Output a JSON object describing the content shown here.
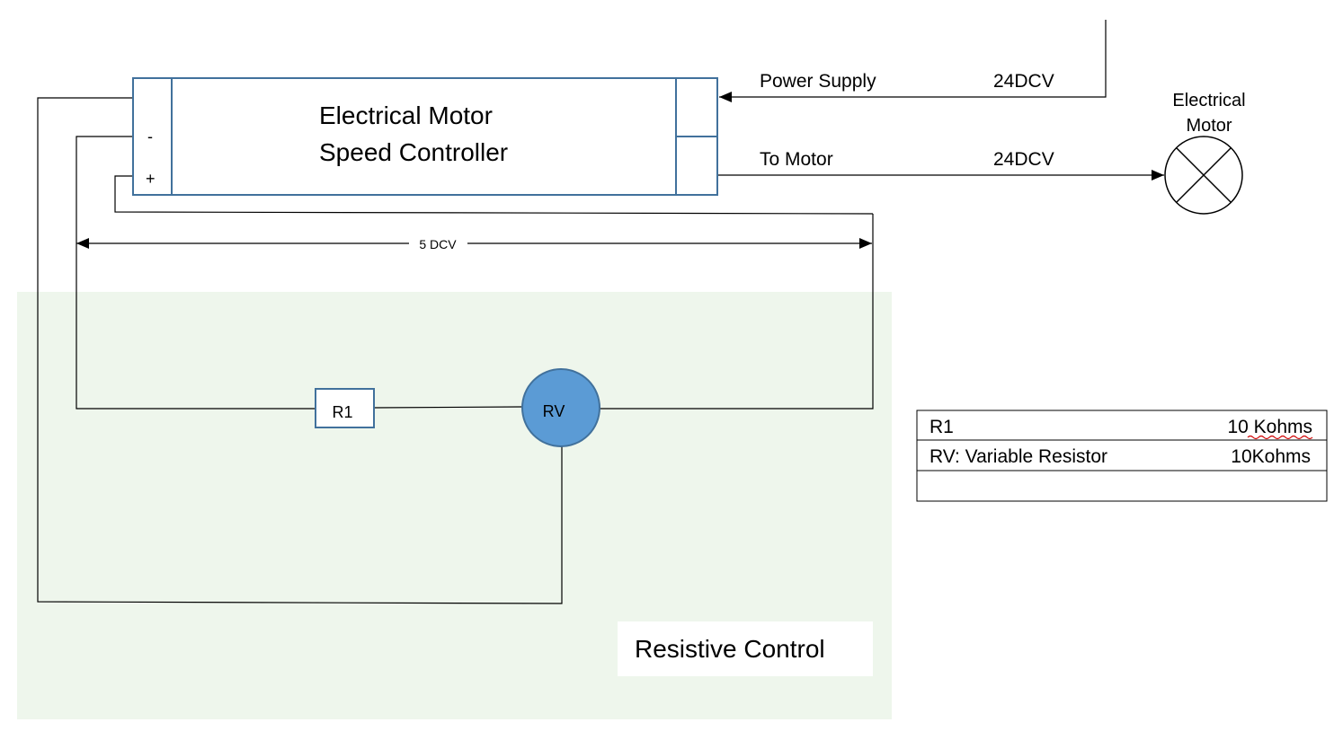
{
  "controller": {
    "title_line1": "Electrical Motor",
    "title_line2": "Speed Controller",
    "terminal_minus": "-",
    "terminal_plus": "+"
  },
  "power_supply": {
    "label": "Power Supply",
    "voltage": "24DCV"
  },
  "motor_feed": {
    "label": "To Motor",
    "voltage": "24DCV"
  },
  "motor": {
    "label_line1": "Electrical",
    "label_line2": "Motor"
  },
  "control_voltage": {
    "label": "5 DCV"
  },
  "components": {
    "r1_label": "R1",
    "rv_label": "RV"
  },
  "resistive_control": {
    "label": "Resistive Control"
  },
  "legend": {
    "rows": [
      {
        "name": "R1",
        "value": "10 Kohms"
      },
      {
        "name": "RV:  Variable Resistor",
        "value": "10Kohms"
      },
      {
        "name": "",
        "value": ""
      }
    ]
  },
  "colors": {
    "zone_fill": "#eef6ec",
    "controller_border": "#41719c",
    "rv_fill": "#5b9bd5",
    "rv_border": "#41719c",
    "r1_border": "#41719c",
    "wire": "#000000"
  }
}
